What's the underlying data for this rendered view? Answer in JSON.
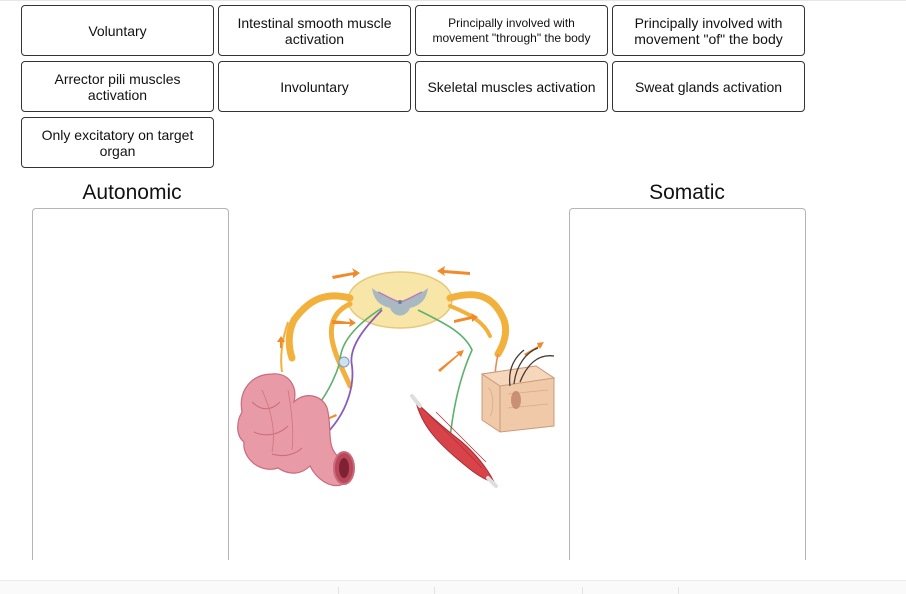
{
  "tiles": [
    {
      "label": "Voluntary"
    },
    {
      "label": "Intestinal smooth muscle activation"
    },
    {
      "label": "Principally involved with movement \"through\" the body"
    },
    {
      "label": "Principally involved with movement \"of\" the body"
    },
    {
      "label": "Arrector pili muscles activation"
    },
    {
      "label": "Involuntary"
    },
    {
      "label": "Skeletal muscles activation"
    },
    {
      "label": "Sweat glands activation"
    },
    {
      "label": "Only excitatory on target organ"
    }
  ],
  "zones": {
    "autonomic": {
      "title": "Autonomic"
    },
    "somatic": {
      "title": "Somatic"
    }
  },
  "figure": {
    "subject": "spinal cord with autonomic and somatic nerve pathways to intestine, skeletal muscle and skin",
    "colors": {
      "nerve_orange": "#f2b13c",
      "cord": "#f7e6a8",
      "gray_matter": "#9ab0c6",
      "intestine": "#e89aa6",
      "muscle": "#d8434a",
      "skin": "#f0c9a8"
    }
  }
}
